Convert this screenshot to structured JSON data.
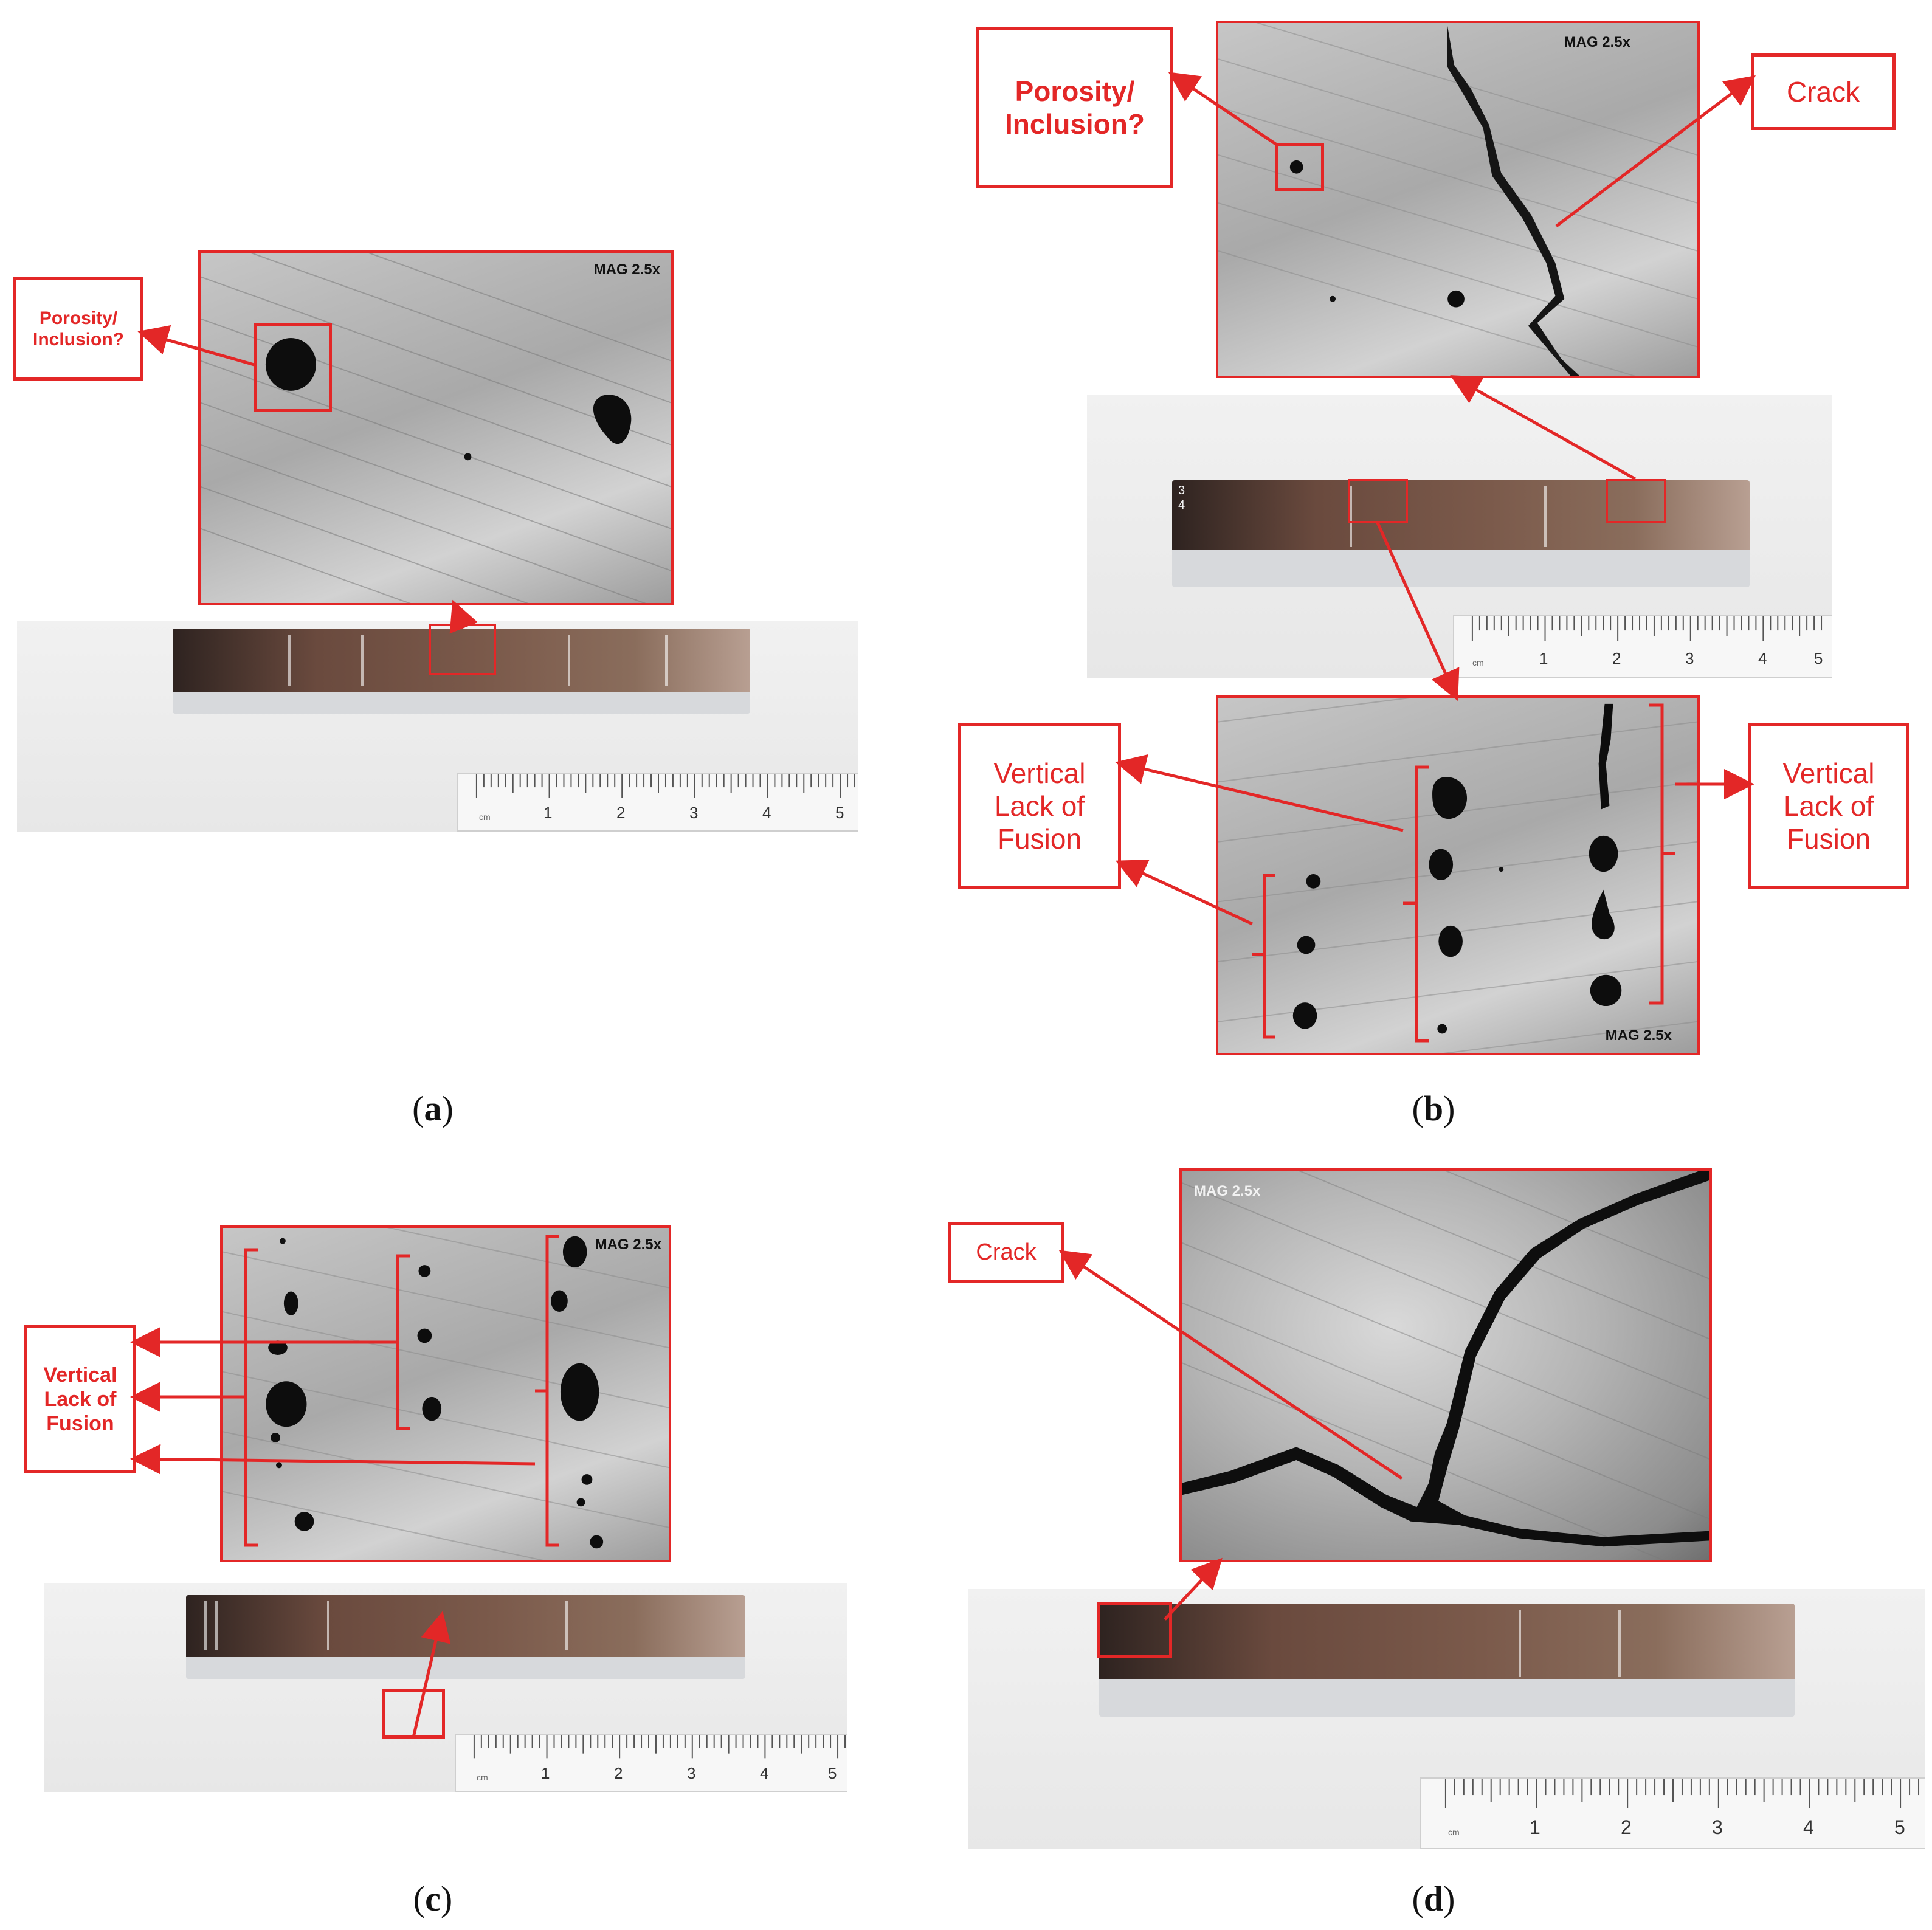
{
  "mag_label": "MAG 2.5x",
  "ruler": {
    "unit": "cm",
    "numbers": [
      "1",
      "2",
      "3",
      "4",
      "5"
    ]
  },
  "colors": {
    "annotation_red": "#e32727",
    "specimen_bronze": "#7b5a4b"
  },
  "panels": {
    "a": {
      "letter": "a",
      "callouts": {
        "porosity": "Porosity/\nInclusion?"
      }
    },
    "b": {
      "letter": "b",
      "callouts": {
        "porosity": "Porosity/\nInclusion?",
        "crack": "Crack",
        "lof_left": "Vertical\nLack of\nFusion",
        "lof_right": "Vertical\nLack of\nFusion"
      },
      "bar_marks": [
        "3",
        "4"
      ]
    },
    "c": {
      "letter": "c",
      "callouts": {
        "lof": "Vertical\nLack of\nFusion"
      }
    },
    "d": {
      "letter": "d",
      "callouts": {
        "crack": "Crack"
      }
    }
  }
}
